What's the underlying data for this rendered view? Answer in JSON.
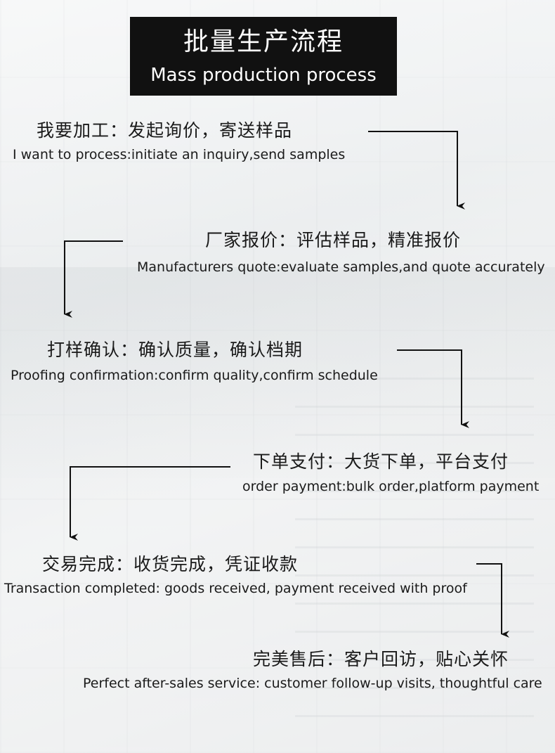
{
  "title": {
    "cn": "批量生产流程",
    "en": "Mass production process"
  },
  "steps": [
    {
      "cn": "我要加工：发起询价，寄送样品",
      "en": "I want to process:initiate an inquiry,send samples"
    },
    {
      "cn": "厂家报价：评估样品，精准报价",
      "en": "Manufacturers quote:evaluate samples,and quote accurately"
    },
    {
      "cn": "打样确认：确认质量，确认档期",
      "en": "Proofing confirmation:confirm quality,confirm schedule"
    },
    {
      "cn": "下单支付：大货下单，平台支付",
      "en": "order payment:bulk order,platform payment"
    },
    {
      "cn": "交易完成：收货完成，凭证收款",
      "en": "Transaction completed: goods received, payment received with proof"
    },
    {
      "cn": "完美售后：客户回访，贴心关怀",
      "en": "Perfect after-sales service: customer follow-up visits, thoughtful care"
    }
  ]
}
